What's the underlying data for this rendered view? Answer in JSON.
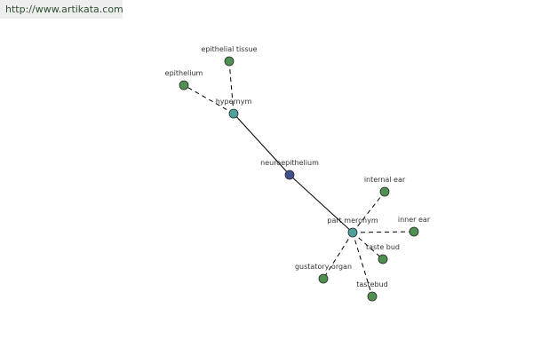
{
  "source_link": {
    "text": "http://www.artikata.com"
  },
  "colors": {
    "center_node": "#3f4f8f",
    "relation_node": "#4f9f9f",
    "leaf_node": "#4f8f4f",
    "node_stroke": "#2a2a2a",
    "edge": "#000000"
  },
  "nodes": [
    {
      "id": "center",
      "label": "neuroepithelium",
      "kind": "center"
    },
    {
      "id": "hypernym",
      "label": "hypernym",
      "kind": "relation"
    },
    {
      "id": "part-meronym",
      "label": "part meronym",
      "kind": "relation"
    },
    {
      "id": "epithelial-tissue",
      "label": "epithelial tissue",
      "kind": "leaf"
    },
    {
      "id": "epithelium",
      "label": "epithelium",
      "kind": "leaf"
    },
    {
      "id": "internal-ear",
      "label": "internal ear",
      "kind": "leaf"
    },
    {
      "id": "inner-ear",
      "label": "inner ear",
      "kind": "leaf"
    },
    {
      "id": "taste-bud-1",
      "label": "taste bud",
      "kind": "leaf"
    },
    {
      "id": "gustatory-organ",
      "label": "gustatory organ",
      "kind": "leaf"
    },
    {
      "id": "taste-bud-2",
      "label": "tastebud",
      "kind": "leaf"
    }
  ],
  "edges": [
    {
      "from": "center",
      "to": "hypernym",
      "style": "solid"
    },
    {
      "from": "center",
      "to": "part-meronym",
      "style": "solid"
    },
    {
      "from": "hypernym",
      "to": "epithelial-tissue",
      "style": "dashed"
    },
    {
      "from": "hypernym",
      "to": "epithelium",
      "style": "dashed"
    },
    {
      "from": "part-meronym",
      "to": "internal-ear",
      "style": "dashed"
    },
    {
      "from": "part-meronym",
      "to": "inner-ear",
      "style": "dashed"
    },
    {
      "from": "part-meronym",
      "to": "taste-bud-1",
      "style": "dashed"
    },
    {
      "from": "part-meronym",
      "to": "gustatory-organ",
      "style": "dashed"
    },
    {
      "from": "part-meronym",
      "to": "taste-bud-2",
      "style": "dashed"
    }
  ]
}
